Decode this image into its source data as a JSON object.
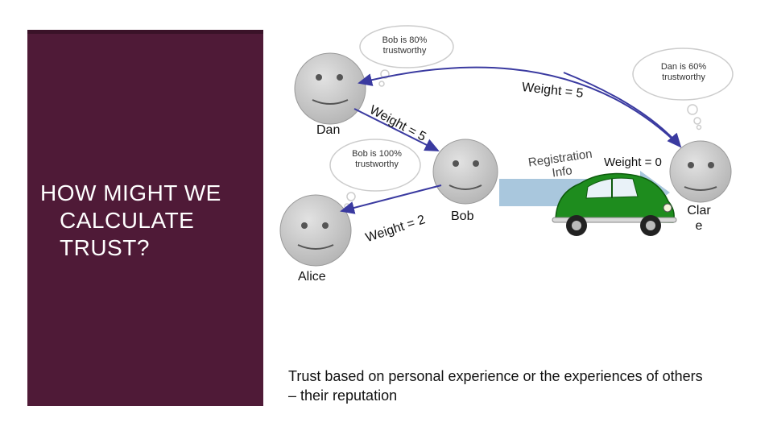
{
  "slide": {
    "title": "HOW MIGHT WE CALCULATE TRUST?",
    "caption": "Trust based on personal experience or the experiences of others – their reputation"
  },
  "people": {
    "dan": "Dan",
    "alice": "Alice",
    "bob": "Bob",
    "clare": "Clar\ne"
  },
  "thoughts": {
    "bob_80": "Bob is 80% trustworthy",
    "dan_60": "Dan is 60% trustworthy",
    "bob_100": "Bob is 100% trustworthy"
  },
  "edges": {
    "dan_clare_weight": "Weight = 5",
    "alice_dan_weight": "Weight = 5",
    "alice_bob_weight": "Weight = 2",
    "bob_clare_weight": "Weight = 0",
    "registration": "Registration Info"
  },
  "colors": {
    "panel": "#4f1a37",
    "car": "#1e8c1e",
    "arrow_band": "#a9c7dd",
    "face": "#c8c8c8"
  }
}
